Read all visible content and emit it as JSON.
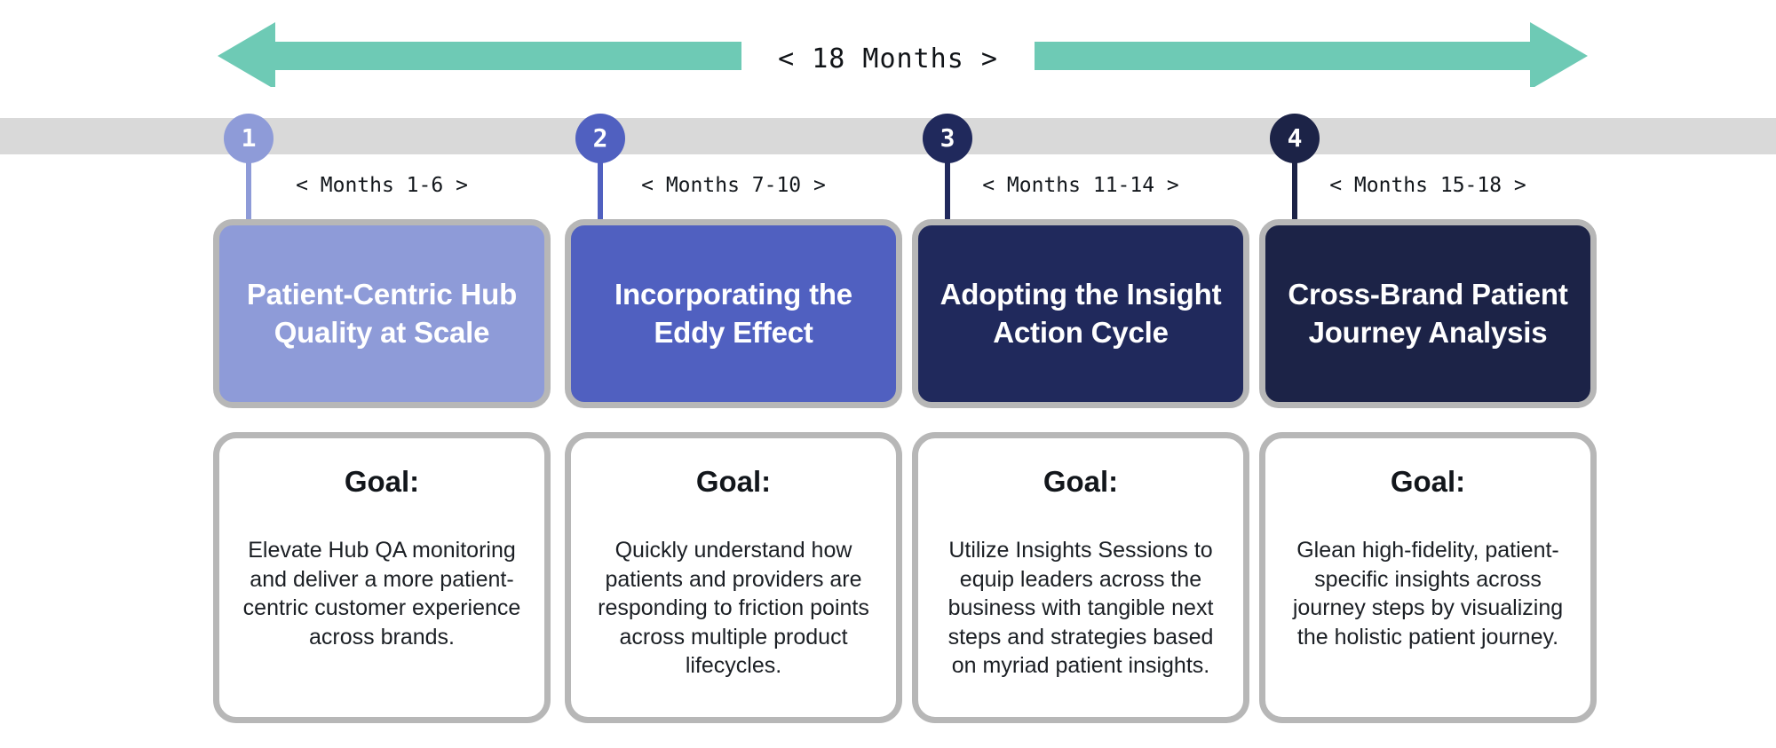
{
  "timeline": {
    "arrow_label": "< 18 Months >",
    "arrow_color": "#6ecab5",
    "band_color": "#d9d9d9",
    "border_color": "#b7b7b7",
    "left_arrow_icon": "arrow-left-icon",
    "right_arrow_icon": "arrow-right-icon"
  },
  "phases": [
    {
      "number": "1",
      "months": "< Months 1-6 >",
      "title": "Patient-Centric Hub Quality at Scale",
      "goal_heading": "Goal:",
      "goal_text": "Elevate Hub QA monitoring and deliver a more patient-centric customer experience across brands.",
      "color": "#8e9bd8"
    },
    {
      "number": "2",
      "months": "< Months 7-10 >",
      "title": "Incorporating the Eddy Effect",
      "goal_heading": "Goal:",
      "goal_text": "Quickly understand how patients and providers are responding to friction points across multiple product lifecycles.",
      "color": "#5060c0"
    },
    {
      "number": "3",
      "months": "< Months 11-14 >",
      "title": "Adopting the Insight Action Cycle",
      "goal_heading": "Goal:",
      "goal_text": "Utilize Insights Sessions to equip leaders across the business with tangible next steps and strategies based on myriad patient insights.",
      "color": "#20295c"
    },
    {
      "number": "4",
      "months": "< Months 15-18 >",
      "title": "Cross-Brand Patient Journey Analysis",
      "goal_heading": "Goal:",
      "goal_text": "Glean high-fidelity, patient-specific insights across journey steps by visualizing the holistic patient journey.",
      "color": "#1c2347"
    }
  ]
}
